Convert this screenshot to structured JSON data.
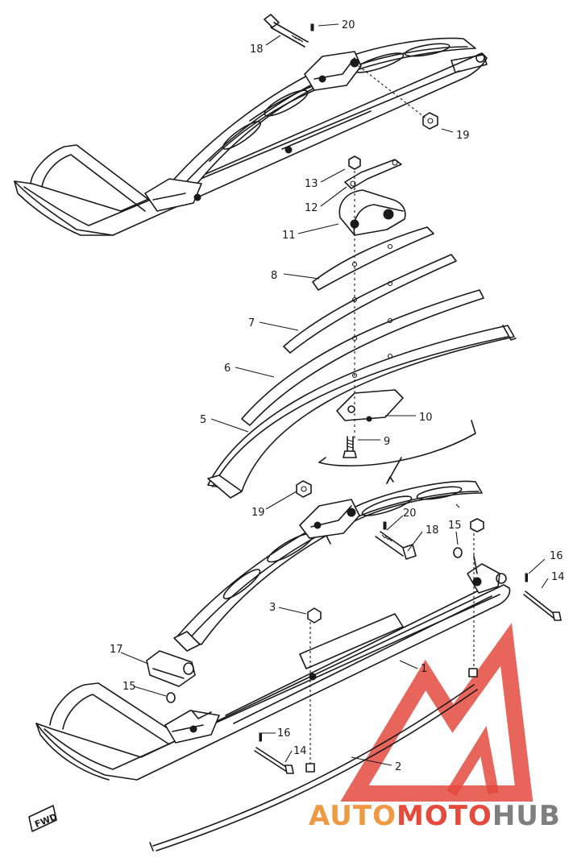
{
  "callouts": [
    {
      "label": "20"
    },
    {
      "label": "18"
    },
    {
      "label": "19"
    },
    {
      "label": "13"
    },
    {
      "label": "12"
    },
    {
      "label": "11"
    },
    {
      "label": "8"
    },
    {
      "label": "7"
    },
    {
      "label": "6"
    },
    {
      "label": "5"
    },
    {
      "label": "10"
    },
    {
      "label": "9"
    },
    {
      "label": "19"
    },
    {
      "label": "20"
    },
    {
      "label": "18"
    },
    {
      "label": "15"
    },
    {
      "label": "16"
    },
    {
      "label": "14"
    },
    {
      "label": "3"
    },
    {
      "label": "17"
    },
    {
      "label": "1"
    },
    {
      "label": "15"
    },
    {
      "label": "16"
    },
    {
      "label": "14"
    },
    {
      "label": "2"
    }
  ],
  "fwd_mark": "FWD",
  "watermark": {
    "part1": "AUTO",
    "part2": "MOTO",
    "part3": "HUB",
    "colors": {
      "auto": "#ee9a44",
      "moto": "#e44b3c",
      "hub": "#7f7f7f",
      "logo": "#e34a3e"
    }
  }
}
